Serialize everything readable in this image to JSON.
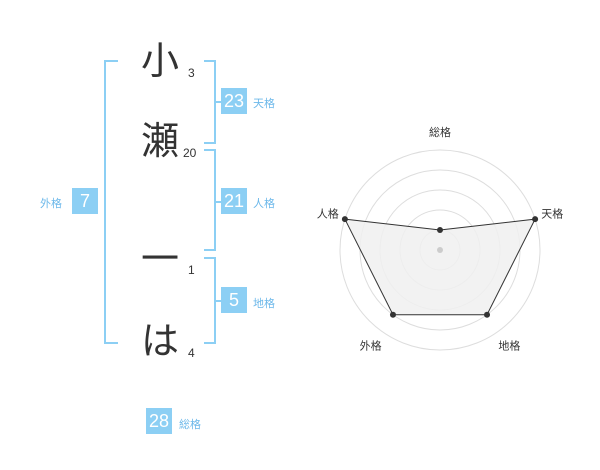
{
  "name": {
    "characters": [
      {
        "char": "小",
        "strokes": "3"
      },
      {
        "char": "瀬",
        "strokes": "20"
      },
      {
        "char": "一",
        "strokes": "1"
      },
      {
        "char": "は",
        "strokes": "4"
      }
    ]
  },
  "fortunes": {
    "tenkaku": {
      "label": "天格",
      "value": "23"
    },
    "jinkaku": {
      "label": "人格",
      "value": "21"
    },
    "chikaku": {
      "label": "地格",
      "value": "5"
    },
    "gaikaku": {
      "label": "外格",
      "value": "7"
    },
    "soukaku": {
      "label": "総格",
      "value": "28"
    }
  },
  "chart_data": {
    "type": "radar",
    "axes": [
      "総格",
      "天格",
      "地格",
      "外格",
      "人格"
    ],
    "values": [
      1,
      5,
      4,
      4,
      5
    ],
    "max": 5,
    "rings": 5,
    "colors": {
      "fill": "#f0f0f0",
      "line": "#333333",
      "ring": "#dddddd"
    }
  }
}
